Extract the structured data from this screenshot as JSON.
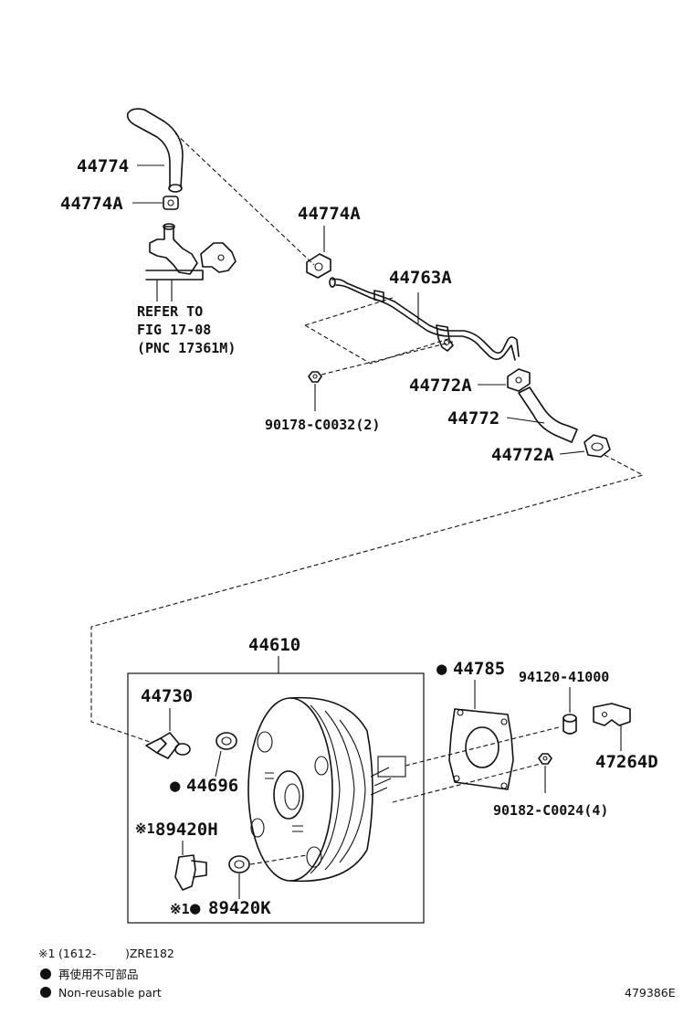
{
  "labels": {
    "p44774": "44774",
    "p44774A_top": "44774A",
    "p44774A_mid": "44774A",
    "p44763A": "44763A",
    "refer_line1": "REFER TO",
    "refer_line2": "FIG 17-08",
    "refer_line3": "(PNC 17361M)",
    "p90178": "90178-C0032(2)",
    "p44772A_1": "44772A",
    "p44772": "44772",
    "p44772A_2": "44772A",
    "p44610": "44610",
    "p44730": "44730",
    "p44785": "44785",
    "p94120": "94120-41000",
    "p44696": "44696",
    "p47264D": "47264D",
    "p89420H": "89420H",
    "p90182": "90182-C0024(4)",
    "p89420K": "89420K"
  },
  "marks": {
    "note_ref": "※1",
    "non_reusable": "●"
  },
  "legend": {
    "note1_mark": "※1",
    "note1_text": "(1612-        )ZRE182",
    "line2_text": "再使用不可部品",
    "line3_text": "Non-reusable part"
  },
  "figure_id": "479386E"
}
